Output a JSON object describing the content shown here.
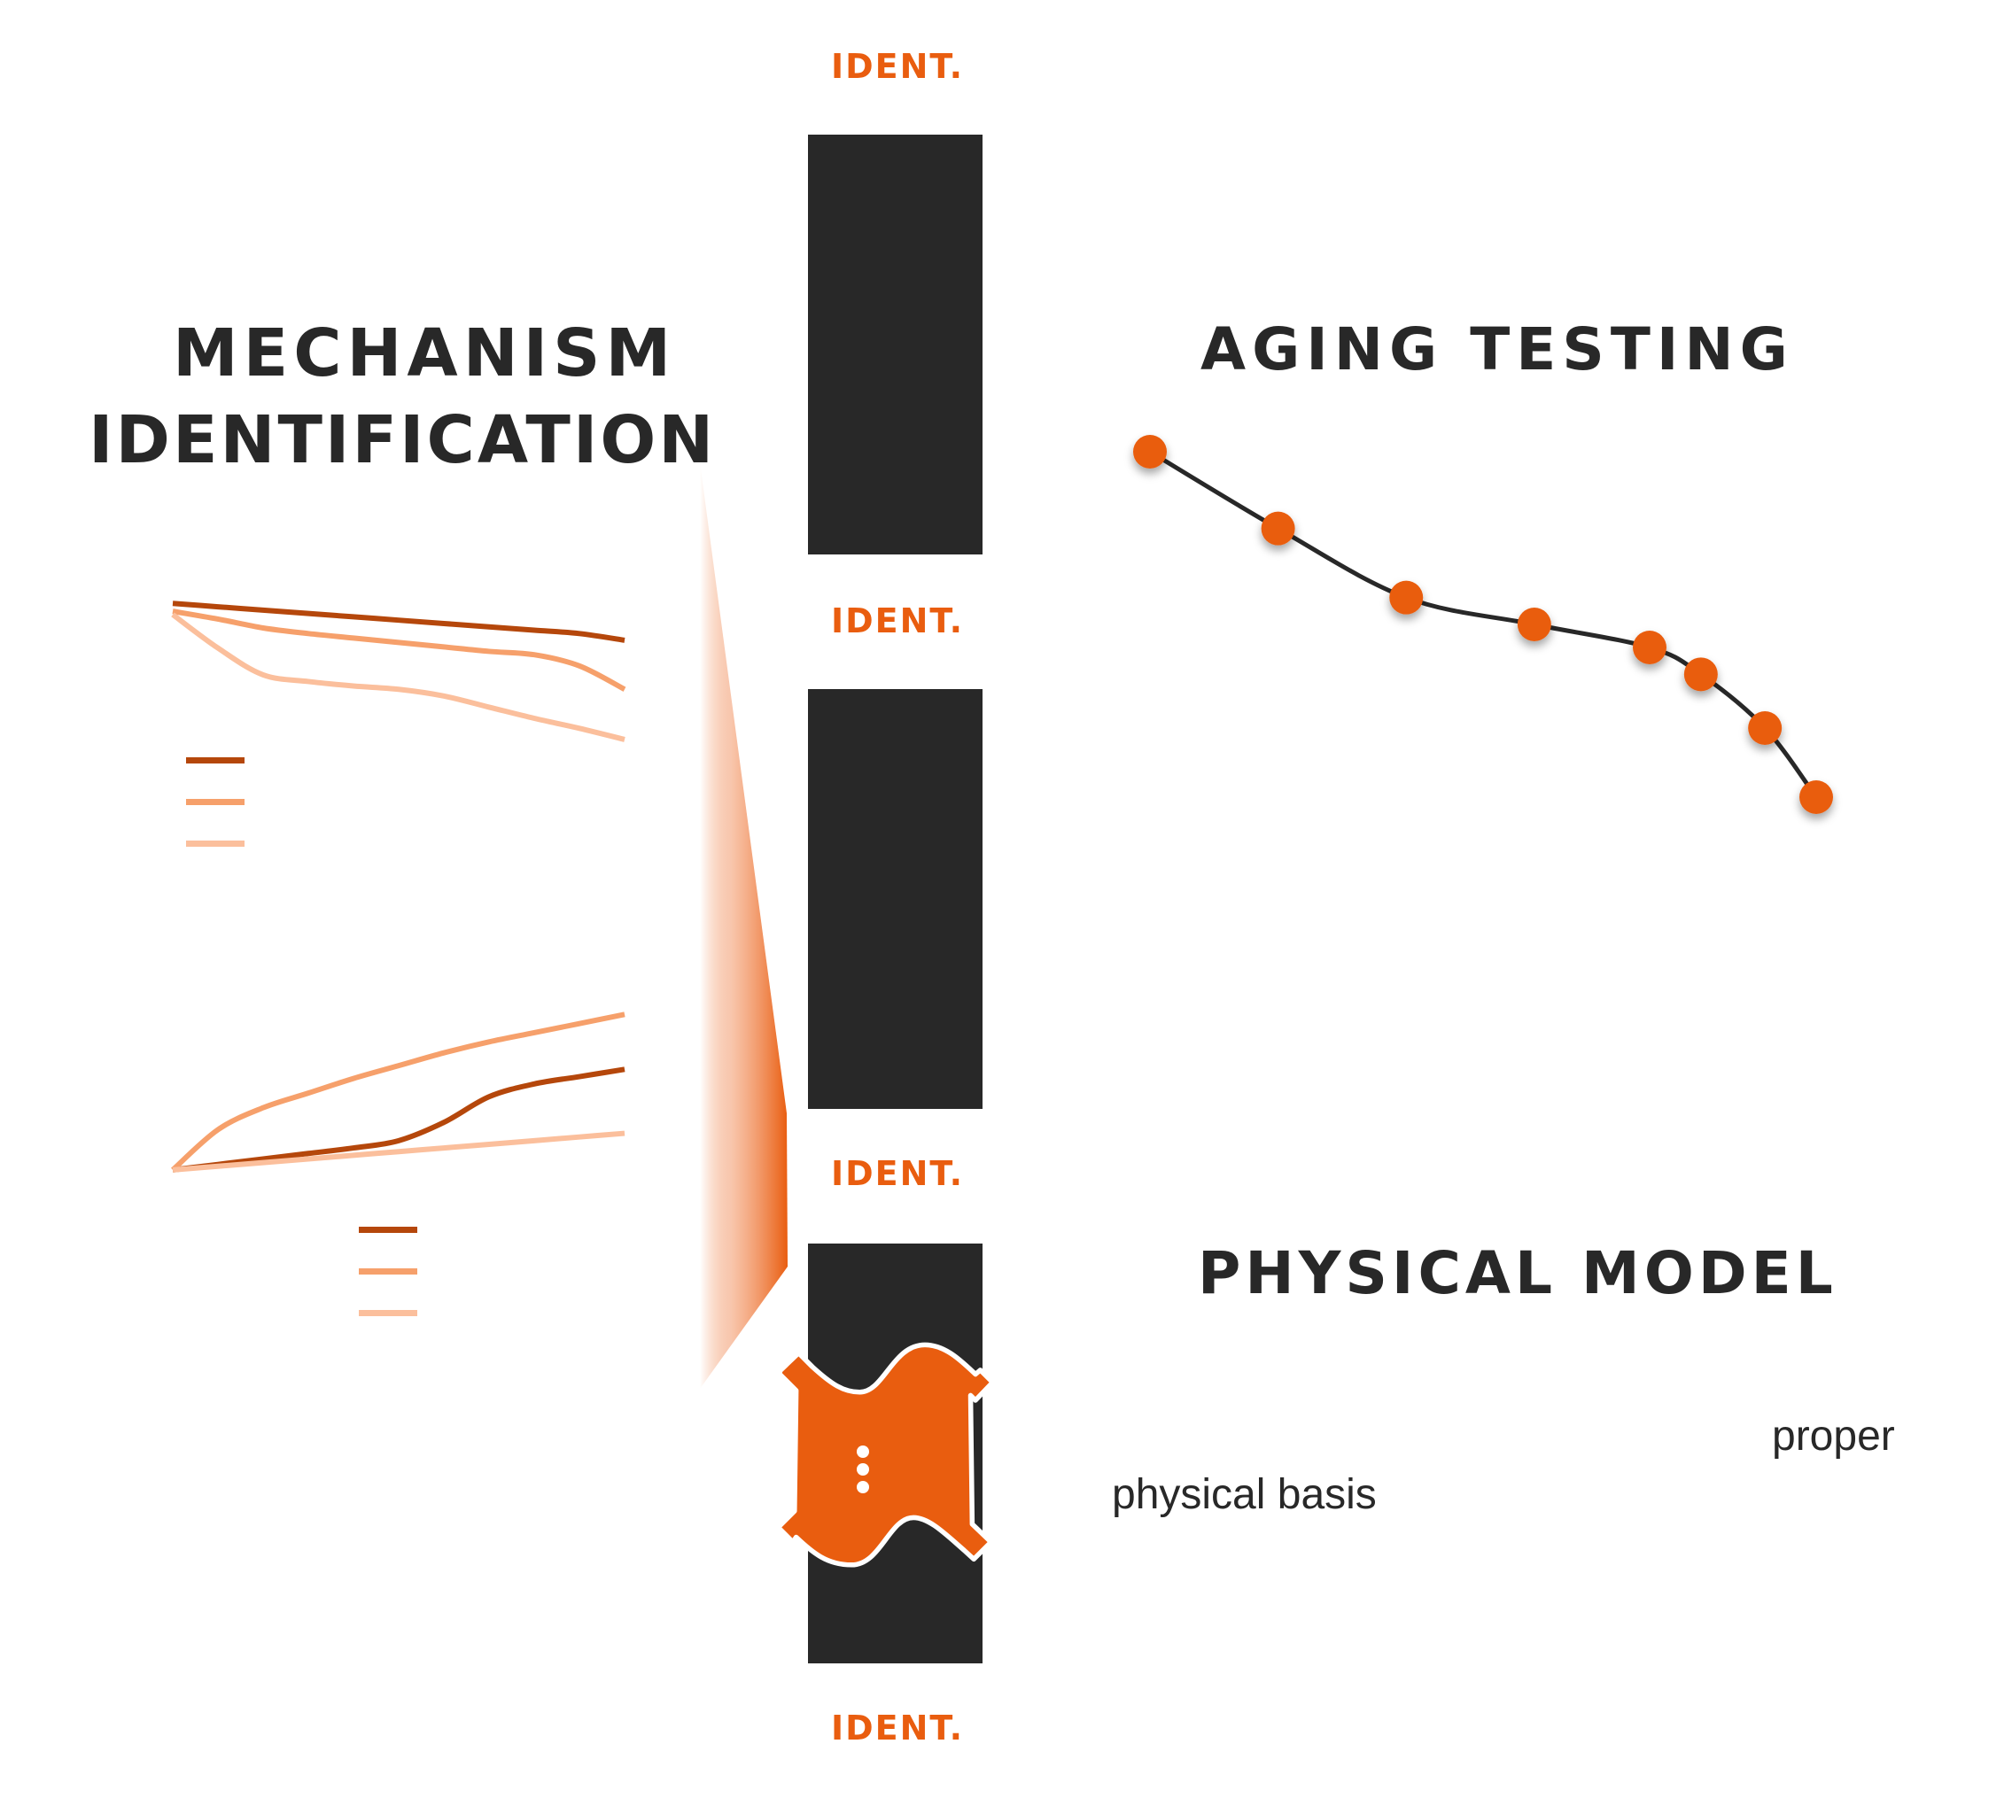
{
  "titles": {
    "mechanism_line1": "MECHANISM",
    "mechanism_line2": "IDENTIFICATION",
    "aging": "AGING TESTING",
    "physical": "PHYSICAL MODEL"
  },
  "ident_labels": [
    "IDENT.",
    "IDENT.",
    "IDENT.",
    "IDENT."
  ],
  "captions": {
    "proper": "proper",
    "physical_basis": "physical basis"
  },
  "colors": {
    "accent": "#e95d0f",
    "dark": "#282828",
    "series_dark": "#b5470b",
    "series_mid": "#f6a06b",
    "series_light": "#fbbf9c"
  },
  "icons": {
    "connector": "puzzle-connector-icon",
    "more": "three-dots-vertical-icon"
  },
  "chart_data": [
    {
      "type": "line",
      "title": "",
      "xlabel": "",
      "ylabel": "",
      "x": [
        0,
        1,
        2,
        3,
        4,
        5,
        6,
        7,
        8,
        9,
        10
      ],
      "series": [
        {
          "name": "",
          "color": "#b5470b",
          "values": [
            100,
            99.4,
            98.8,
            98.2,
            97.6,
            97.0,
            96.4,
            95.8,
            95.2,
            94.6,
            93.4
          ]
        },
        {
          "name": "",
          "color": "#f6a06b",
          "values": [
            98.6,
            97.2,
            95.6,
            94.6,
            93.8,
            93.0,
            92.2,
            91.4,
            90.8,
            88.8,
            84.6
          ]
        },
        {
          "name": "",
          "color": "#fbbf9c",
          "values": [
            98.0,
            92.0,
            87.2,
            86.0,
            85.2,
            84.6,
            83.4,
            81.4,
            79.4,
            77.6,
            75.6
          ]
        }
      ],
      "legend": "bottom-left",
      "grid": false
    },
    {
      "type": "line",
      "title": "",
      "xlabel": "",
      "ylabel": "",
      "x": [
        0,
        1,
        2,
        3,
        4,
        5,
        6,
        7,
        8,
        9,
        10
      ],
      "series": [
        {
          "name": "",
          "color": "#b5470b",
          "values": [
            0,
            3,
            6,
            9,
            12,
            16,
            26,
            40,
            47,
            51,
            55
          ]
        },
        {
          "name": "",
          "color": "#f6a06b",
          "values": [
            0,
            22,
            34,
            42,
            50,
            57,
            64,
            70,
            75,
            80,
            85
          ]
        },
        {
          "name": "",
          "color": "#fbbf9c",
          "values": [
            0,
            2,
            4,
            6,
            8,
            10,
            12,
            14,
            16,
            18,
            20
          ]
        }
      ],
      "legend": "bottom-center",
      "grid": false
    },
    {
      "type": "scatter",
      "title": "",
      "xlabel": "",
      "ylabel": "",
      "x": [
        0,
        1,
        2,
        3,
        3.9,
        4.3,
        4.8,
        5.2
      ],
      "series": [
        {
          "name": "aging",
          "color": "#e95d0f",
          "values": [
            100,
            80,
            62,
            55,
            49,
            42,
            28,
            10
          ]
        }
      ],
      "line": true,
      "grid": false
    }
  ]
}
